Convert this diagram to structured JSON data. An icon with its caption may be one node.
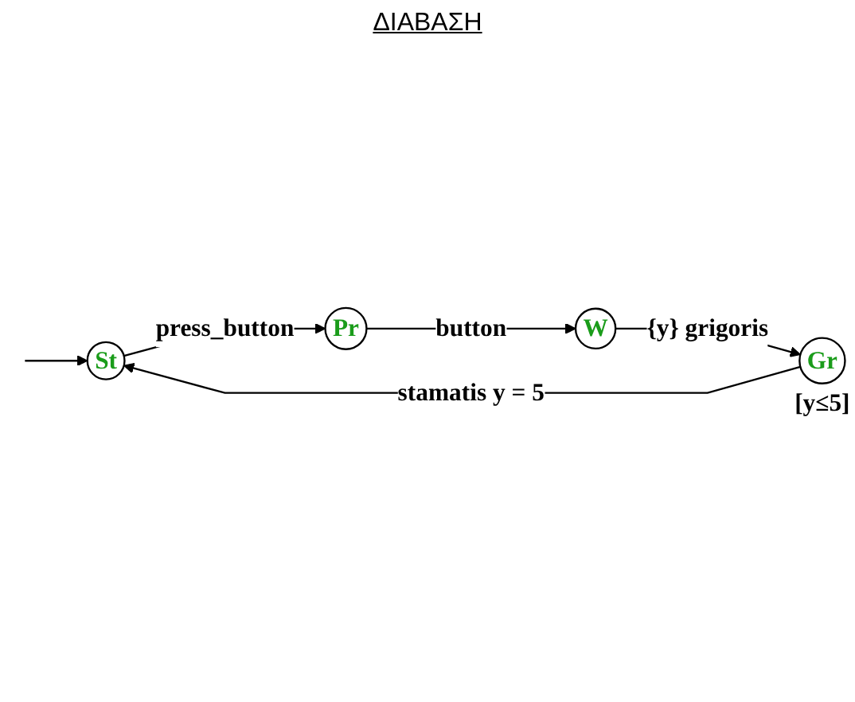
{
  "diagram": {
    "title": "ΔΙΑΒΑΣΗ",
    "nodes": [
      {
        "text": [
          "St"
        ]
      },
      {
        "text": [
          "Pr"
        ]
      },
      {
        "text": [
          "W"
        ]
      },
      {
        "text": [
          "Gr"
        ],
        "beside": [
          "[y≤5]"
        ]
      }
    ],
    "edges": [
      {
        "from": null,
        "to": 0,
        "arrow": "to"
      },
      {
        "from": 0,
        "to": 1,
        "arrow": "to",
        "label": "press_button"
      },
      {
        "from": 1,
        "to": 2,
        "arrow": "to",
        "label": "button"
      },
      {
        "from": 2,
        "to": 3,
        "arrow": "to",
        "label": "{y} grigoris"
      },
      {
        "from": 3,
        "to": 0,
        "arrow": "to",
        "label": "stamatis y = 5"
      }
    ]
  }
}
